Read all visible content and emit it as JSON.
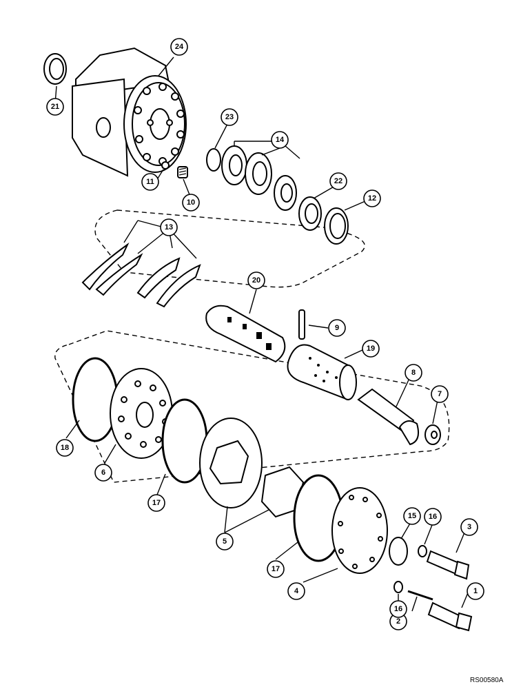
{
  "figure_code": "RS00580A",
  "callouts": [
    "1",
    "2",
    "3",
    "4",
    "5",
    "6",
    "7",
    "8",
    "9",
    "10",
    "11",
    "12",
    "13",
    "14",
    "15",
    "16",
    "17",
    "18",
    "19",
    "20",
    "21",
    "22",
    "23",
    "24"
  ]
}
